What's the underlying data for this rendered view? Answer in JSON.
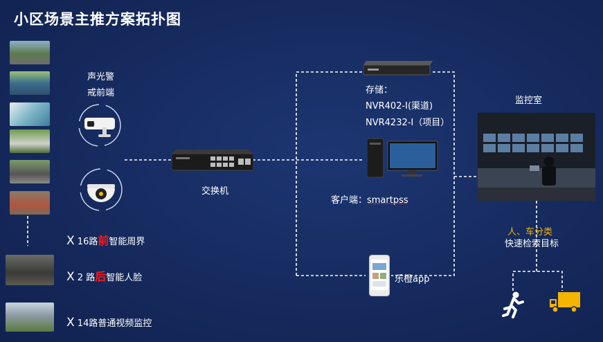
{
  "title": "小区场景主推方案拓扑图",
  "alarm_camera_label": [
    "声光警",
    "戒前端"
  ],
  "switch_label": "交换机",
  "storage": {
    "label": "存储：",
    "models": [
      "NVR402-I(渠道)",
      "NVR4232-I（项目）"
    ]
  },
  "client_label": "客户端：smartpss",
  "app_label": "乐橙app",
  "monitor_room_label": "监控室",
  "classification": {
    "line1": "人、车分类",
    "line2": "快速检索目标"
  },
  "counts": [
    {
      "prefix": "X",
      "text_a": "16路",
      "highlight": "前",
      "text_b": "智能周界"
    },
    {
      "prefix": "X",
      "text_a": "2 路",
      "highlight": "后",
      "text_b": "智能人脸"
    },
    {
      "prefix": "X",
      "text_a": "14路普通视频监控",
      "highlight": "",
      "text_b": ""
    }
  ],
  "icons": [
    "running-person-icon",
    "truck-icon"
  ],
  "colors": {
    "background": "#142a5f",
    "highlight": "#ff1a1a",
    "accent": "#f5b400",
    "truck": "#f5b400"
  }
}
